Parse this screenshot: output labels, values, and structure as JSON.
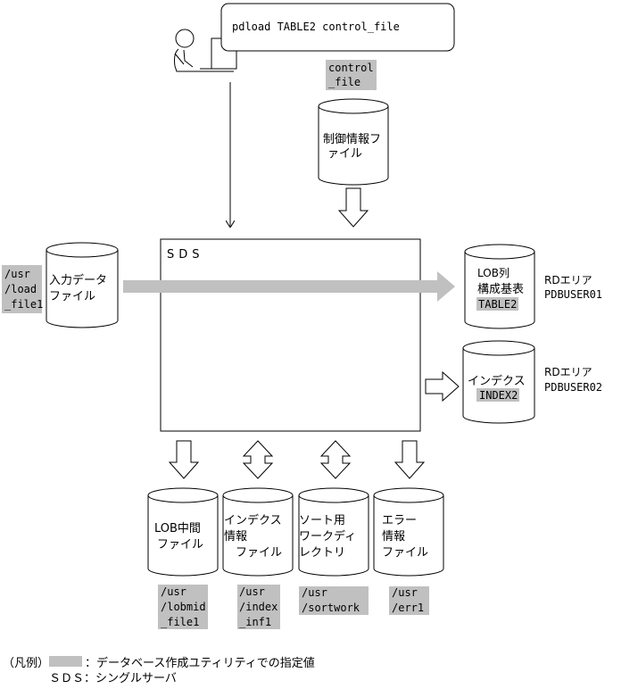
{
  "command": "pdload TABLE2 control_file",
  "control_file_label": [
    "control",
    "_file"
  ],
  "control_info_file": [
    "制御情報フ",
    "ァイル"
  ],
  "sds_label": "SDS",
  "input_path": [
    "/usr",
    "/load",
    "_file1"
  ],
  "input_file": [
    "入力データ",
    "ファイル"
  ],
  "lob_table": {
    "lines": [
      "LOB列",
      "構成基表"
    ],
    "name": "TABLE2"
  },
  "rdarea1": [
    "RDエリア",
    "PDBUSER01"
  ],
  "index_db": {
    "lines": [
      "インデクス"
    ],
    "name": "INDEX2"
  },
  "rdarea2": [
    "RDエリア",
    "PDBUSER02"
  ],
  "bottom_files": [
    {
      "lines": [
        "LOB中間",
        "ファイル"
      ],
      "path": [
        "/usr",
        "/lobmid",
        "_file1"
      ]
    },
    {
      "lines": [
        "インデクス",
        "情報",
        "ファイル"
      ],
      "path": [
        "/usr",
        "/index",
        "_inf1"
      ]
    },
    {
      "lines": [
        "ソート用",
        "ワークディ",
        "レクトリ"
      ],
      "path": [
        "/usr",
        "/sortwork"
      ]
    },
    {
      "lines": [
        "エラー",
        "情報",
        "ファイル"
      ],
      "path": [
        "/usr",
        "/err1"
      ]
    }
  ],
  "legend": {
    "title": "（凡例）",
    "gray_desc": "：データベース作成ユティリティでの指定値",
    "sds_desc": "ＳＤＳ：シングルサーバ"
  },
  "colors": {
    "highlight": "#c0c0c0",
    "line": "#000000"
  }
}
